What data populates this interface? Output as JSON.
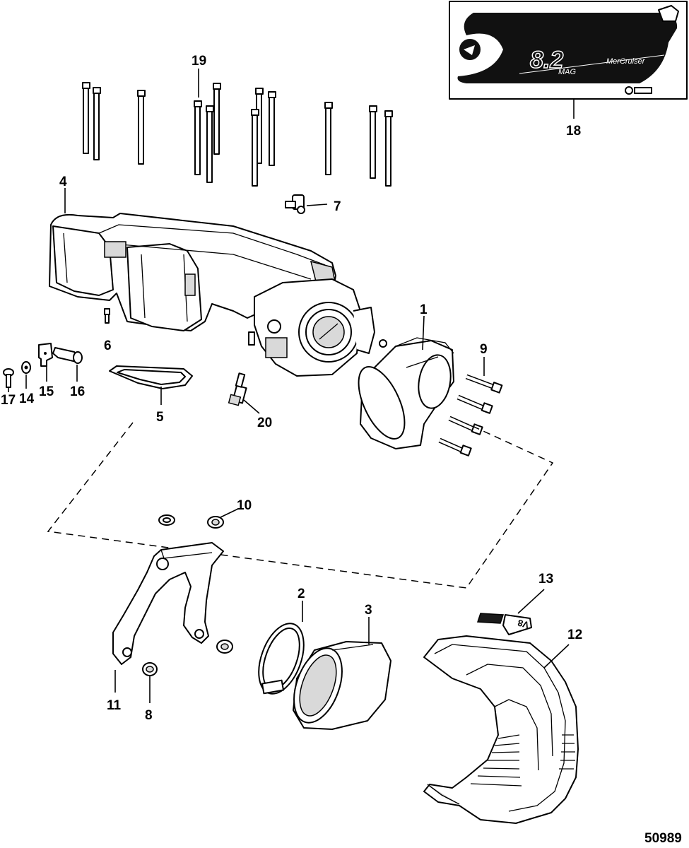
{
  "figure_id": "50989",
  "decal": {
    "displacement_text": "8.2",
    "sub_text": "MAG",
    "brand_text": "MerCruiser"
  },
  "callouts": [
    {
      "id": "c1",
      "label": "1"
    },
    {
      "id": "c2",
      "label": "2"
    },
    {
      "id": "c3",
      "label": "3"
    },
    {
      "id": "c4",
      "label": "4"
    },
    {
      "id": "c5",
      "label": "5"
    },
    {
      "id": "c6",
      "label": "6"
    },
    {
      "id": "c7",
      "label": "7"
    },
    {
      "id": "c8",
      "label": "8"
    },
    {
      "id": "c9",
      "label": "9"
    },
    {
      "id": "c10",
      "label": "10"
    },
    {
      "id": "c11",
      "label": "11"
    },
    {
      "id": "c12",
      "label": "12"
    },
    {
      "id": "c13",
      "label": "13"
    },
    {
      "id": "c14",
      "label": "14"
    },
    {
      "id": "c15",
      "label": "15"
    },
    {
      "id": "c16",
      "label": "16"
    },
    {
      "id": "c17",
      "label": "17"
    },
    {
      "id": "c18",
      "label": "18"
    },
    {
      "id": "c19",
      "label": "19"
    },
    {
      "id": "c20",
      "label": "20"
    }
  ],
  "colors": {
    "line": "#000000",
    "background": "#ffffff",
    "decal_fill": "#111111"
  }
}
